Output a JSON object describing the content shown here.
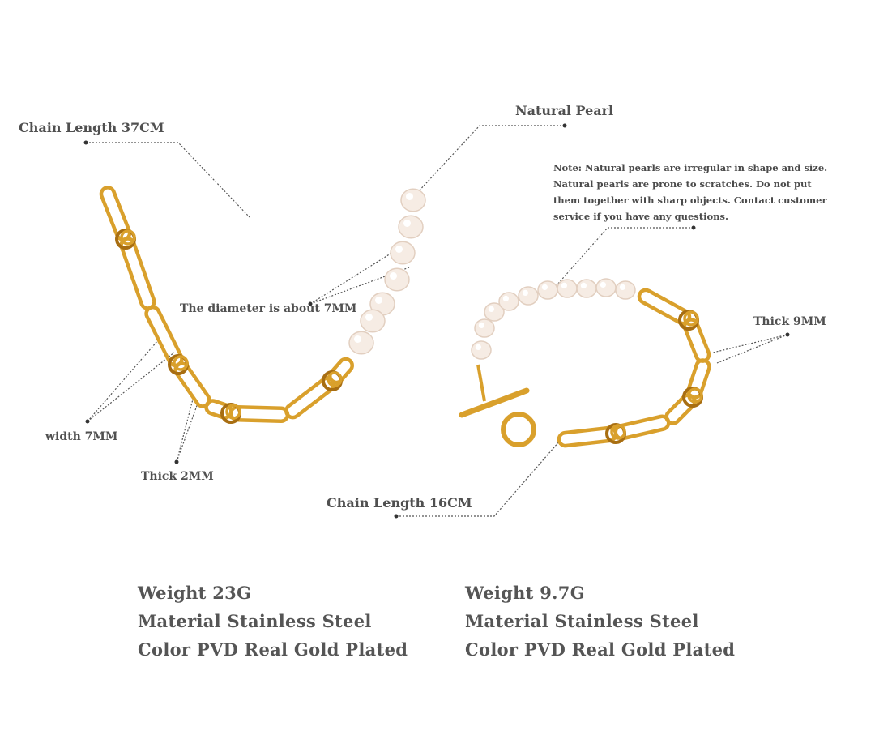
{
  "necklace": {
    "chain_length": "Chain Length 37CM",
    "pearl_label": "Natural Pearl",
    "diameter": "The diameter is about 7MM",
    "width": "width 7MM",
    "thick": "Thick 2MM",
    "specs": [
      "Weight 23G",
      "Material Stainless Steel",
      "Color PVD Real Gold Plated"
    ]
  },
  "note": [
    "Note: Natural pearls are irregular in shape and size.",
    "Natural pearls are prone to scratches. Do not put",
    "them together with sharp objects. Contact customer",
    "service if you have any questions."
  ],
  "bracelet": {
    "thick": "Thick 9MM",
    "chain_length": "Chain Length 16CM",
    "specs": [
      "Weight 9.7G",
      "Material Stainless Steel",
      "Color PVD Real Gold Plated"
    ]
  },
  "colors": {
    "gold": "#d9a02c",
    "gold_dark": "#a86e12",
    "pearl": "#f6ece4",
    "text": "#505050"
  }
}
